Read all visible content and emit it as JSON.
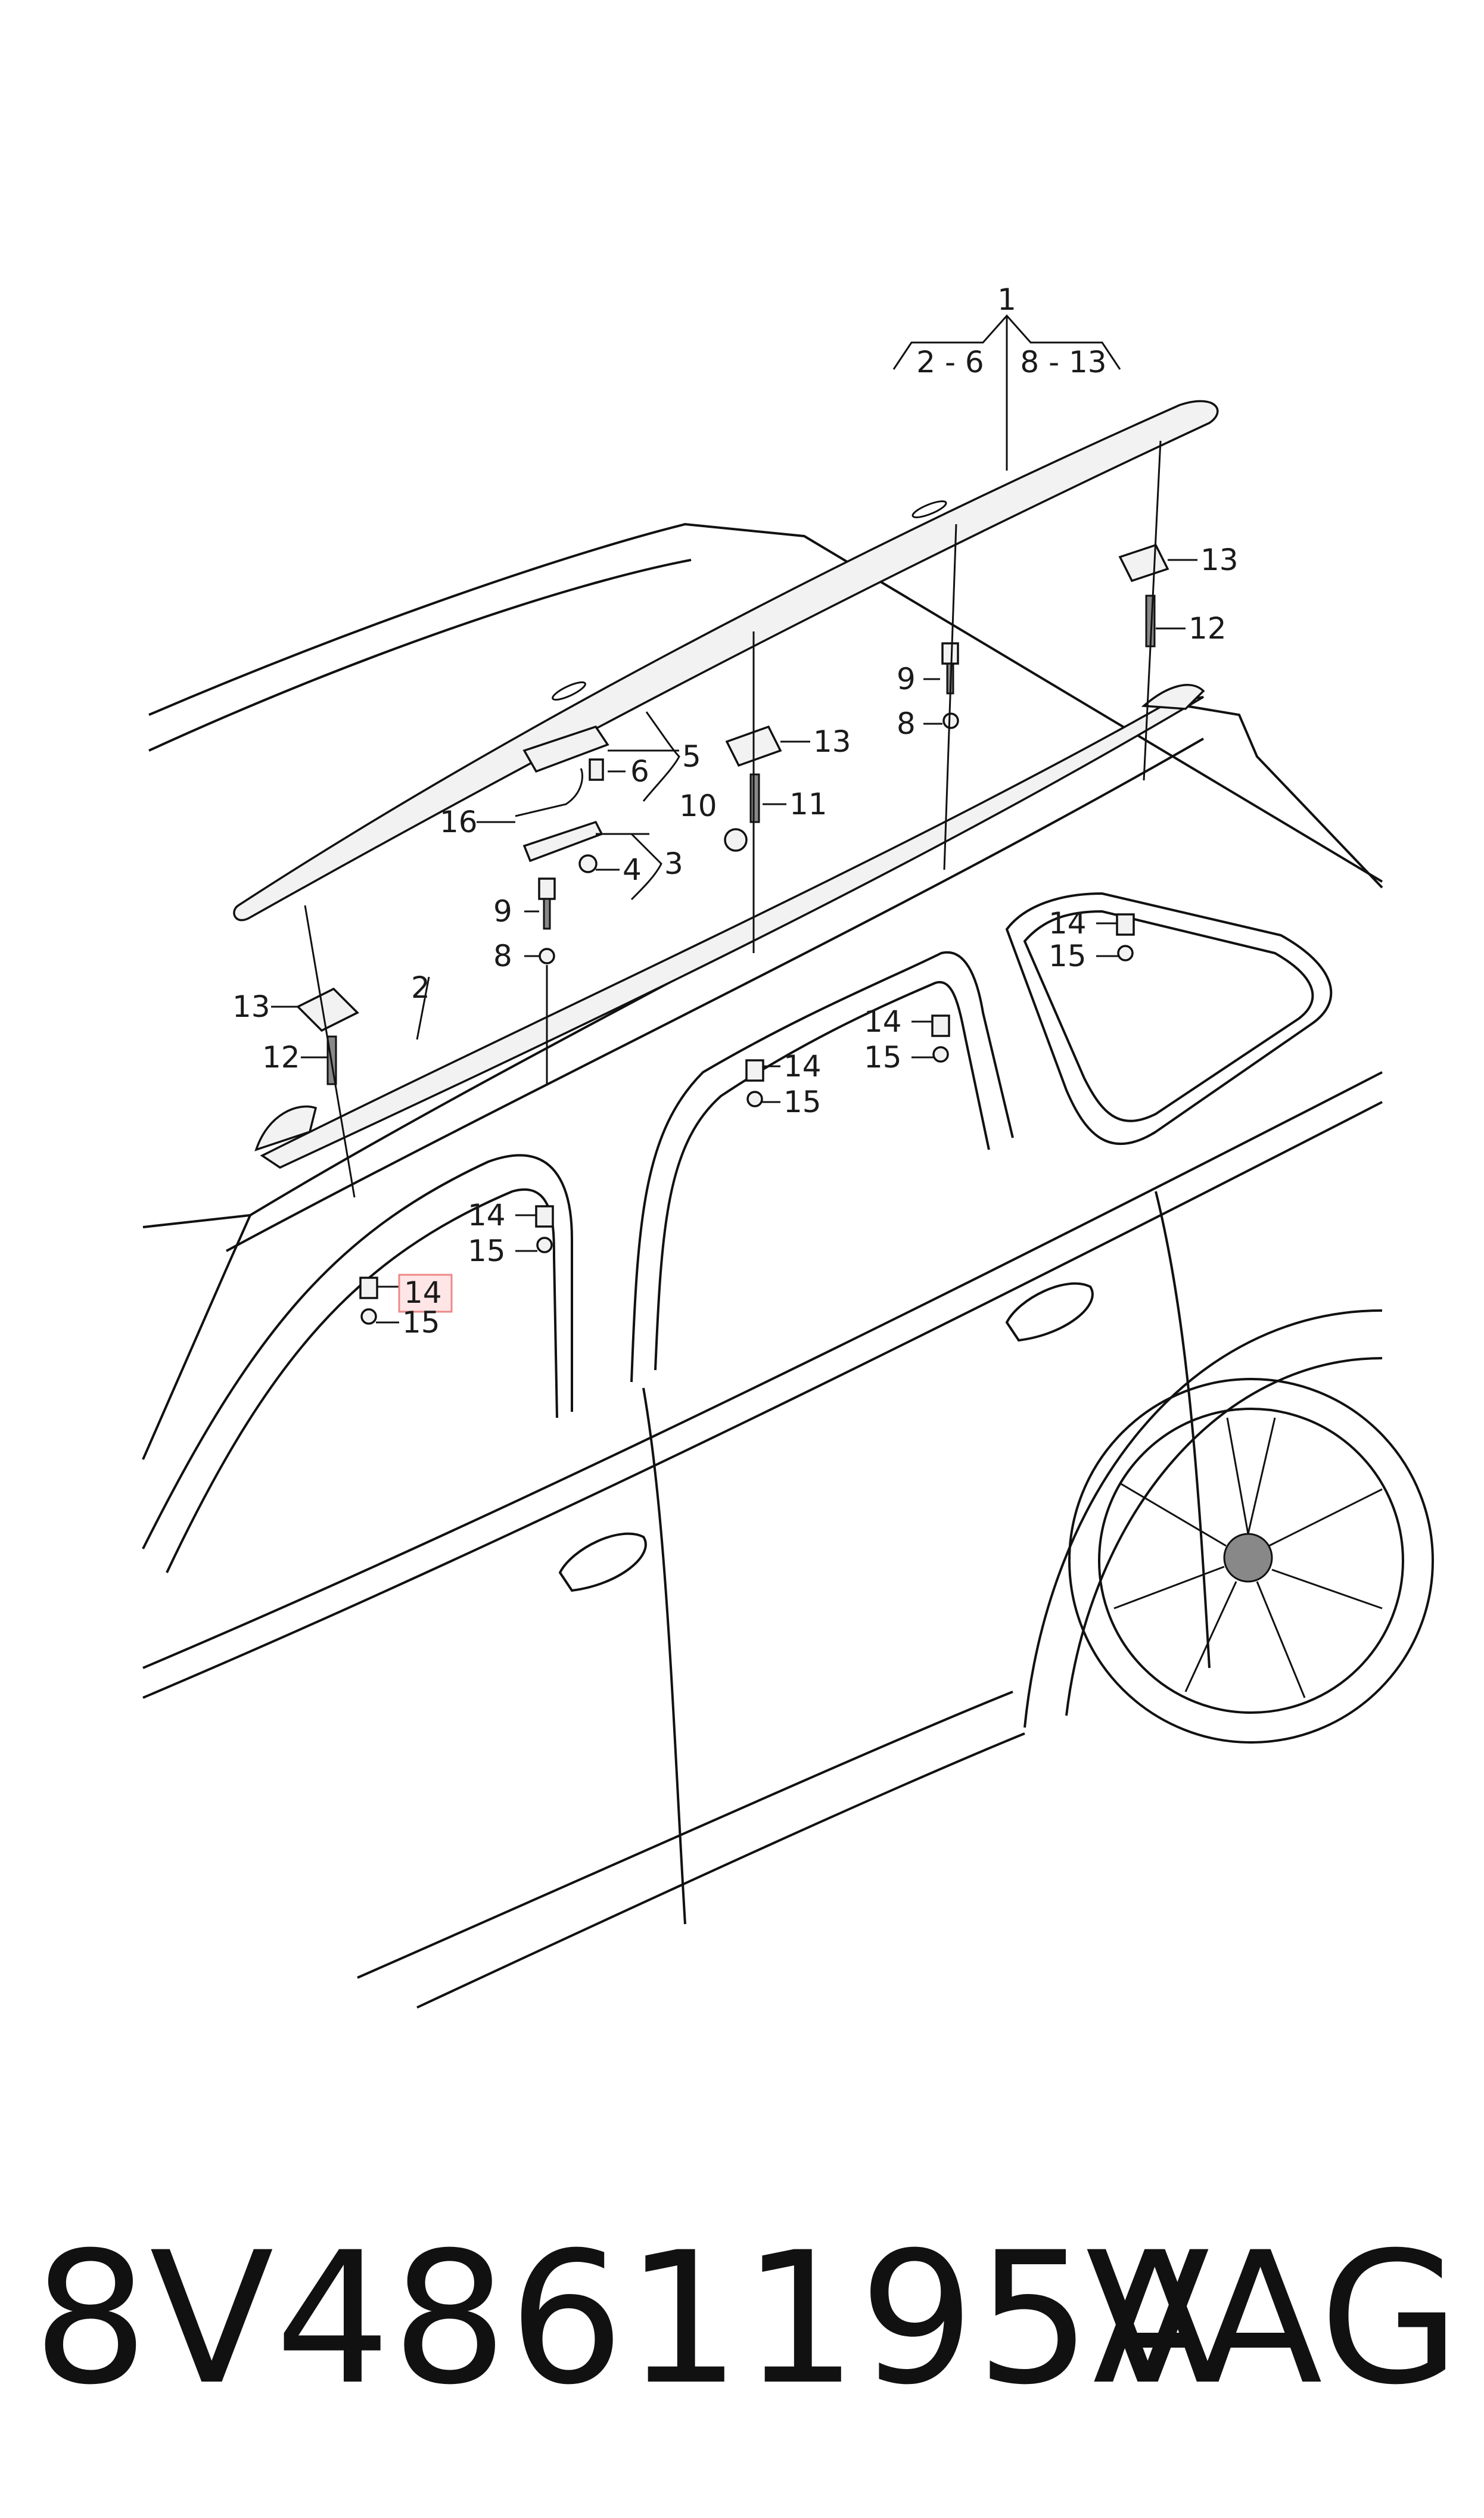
{
  "diagram": {
    "group_label": {
      "number": "1",
      "left": "2 - 6",
      "right": "8 - 13"
    },
    "callouts": [
      {
        "id": "c13a",
        "text": "13"
      },
      {
        "id": "c12a",
        "text": "12"
      },
      {
        "id": "c9a",
        "text": "9"
      },
      {
        "id": "c8a",
        "text": "8"
      },
      {
        "id": "c13b",
        "text": "13"
      },
      {
        "id": "c11",
        "text": "11"
      },
      {
        "id": "c10",
        "text": "10"
      },
      {
        "id": "c5",
        "text": "5"
      },
      {
        "id": "c6",
        "text": "6"
      },
      {
        "id": "c3",
        "text": "3"
      },
      {
        "id": "c4",
        "text": "4"
      },
      {
        "id": "c16",
        "text": "16"
      },
      {
        "id": "c9b",
        "text": "9"
      },
      {
        "id": "c8b",
        "text": "8"
      },
      {
        "id": "c13c",
        "text": "13"
      },
      {
        "id": "c2",
        "text": "2"
      },
      {
        "id": "c12b",
        "text": "12"
      },
      {
        "id": "c14a",
        "text": "14"
      },
      {
        "id": "c15a",
        "text": "15"
      },
      {
        "id": "c14b",
        "text": "14"
      },
      {
        "id": "c15b",
        "text": "15"
      },
      {
        "id": "c14c",
        "text": "14"
      },
      {
        "id": "c15c",
        "text": "15"
      },
      {
        "id": "c14d",
        "text": "14"
      },
      {
        "id": "c15d",
        "text": "15"
      },
      {
        "id": "c14e",
        "text": "14"
      },
      {
        "id": "c15e",
        "text": "15"
      }
    ],
    "highlighted_callout": "14",
    "highlight_color": "#e88888"
  },
  "footer": {
    "part_number": "8V4861195A",
    "brand": "VAG"
  }
}
